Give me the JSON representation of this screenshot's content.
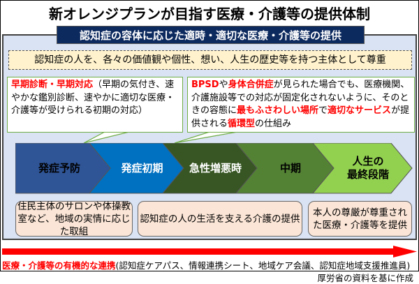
{
  "title": "新オレンジプランが目指す医療・介護等の提供体制",
  "banner": "認知症の容体に応じた適時・適切な医療・介護等の提供",
  "respect": "認知症の人を、各々の価値観や個性、想い、人生の歴史等を持つ主体として尊重",
  "callout_left": {
    "highlight": "早期診断・早期対応",
    "text": "（早期の気付き、速やかな鑑別診断、速やかに適切な医療・介護等が受けられる初期の対応）"
  },
  "callout_right": {
    "parts": [
      {
        "t": "BPSD",
        "red": true
      },
      {
        "t": "や",
        "red": false
      },
      {
        "t": "身体合併症",
        "red": true
      },
      {
        "t": "が見られた場合でも、医療機関、介護施設等での対応が固定化されないように、そのときの容態に",
        "red": false
      },
      {
        "t": "最もふさわしい場所",
        "red": true
      },
      {
        "t": "で",
        "red": false
      },
      {
        "t": "適切なサービス",
        "red": true
      },
      {
        "t": "が提供される",
        "red": false
      },
      {
        "t": "循環型",
        "red": true
      },
      {
        "t": "の仕組み",
        "red": false
      }
    ]
  },
  "stages": [
    {
      "label": "発症予防",
      "color": "#2f5597",
      "text_color": "#000000"
    },
    {
      "label": "発症初期",
      "color": "#0070c0",
      "text_color": "#ffffff"
    },
    {
      "label": "急性増悪時",
      "color": "#375623",
      "text_color": "#ffffff"
    },
    {
      "label": "中期",
      "color": "#548235",
      "text_color": "#000000"
    },
    {
      "label": "人生の\n最終段階",
      "color": "#92d050",
      "text_color": "#000000"
    }
  ],
  "boxes": [
    "住民主体のサロンや体操教室など、地域の実情に応じた取組",
    "認知症の人の生活を支える介護の提供",
    "本人の尊厳が尊重された医療・介護等を提供"
  ],
  "footer": {
    "highlight": "医療・介護等の有機的な連携",
    "text": "(認知症ケアパス、情報連携シート、地域ケア会議、認知症地域支援推進員)"
  },
  "credit": "厚労省の資料を基に作成",
  "colors": {
    "accent_red": "#ff0000",
    "banner": "#0d2a5f",
    "panel": "#dae3f3"
  }
}
